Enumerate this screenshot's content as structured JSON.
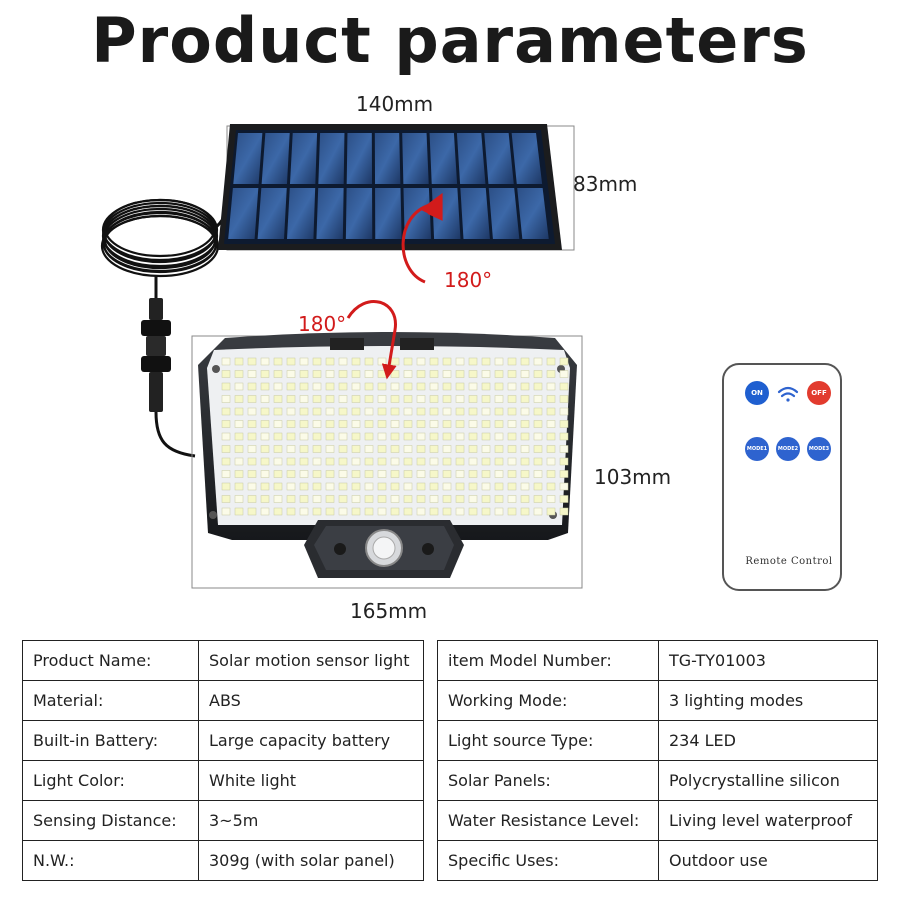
{
  "title": "Product parameters",
  "dimensions": {
    "panel_width": "140mm",
    "panel_height": "83mm",
    "lamp_height": "103mm",
    "lamp_width": "165mm"
  },
  "rotation": {
    "panel": "180°",
    "lamp": "180°"
  },
  "remote": {
    "on_label": "ON",
    "off_label": "OFF",
    "mode1_label": "MODE1",
    "mode2_label": "MODE2",
    "mode3_label": "MODE3",
    "caption": "Remote Control",
    "on_color": "#1f5fd0",
    "off_color": "#e23b2e",
    "mode_color": "#2e63cf"
  },
  "specs_left": [
    {
      "key": "Product Name:",
      "value": "Solar motion sensor light"
    },
    {
      "key": "Material:",
      "value": "ABS"
    },
    {
      "key": "Built-in Battery:",
      "value": "Large capacity battery"
    },
    {
      "key": "Light Color:",
      "value": "White light"
    },
    {
      "key": "Sensing Distance:",
      "value": "3~5m"
    },
    {
      "key": "N.W.:",
      "value": "309g (with solar panel)"
    }
  ],
  "specs_right": [
    {
      "key": "item Model Number:",
      "value": "TG-TY01003"
    },
    {
      "key": "Working Mode:",
      "value": "3 lighting modes"
    },
    {
      "key": "Light source Type:",
      "value": "234 LED"
    },
    {
      "key": "Solar Panels:",
      "value": "Polycrystalline silicon"
    },
    {
      "key": "Water Resistance Level:",
      "value": "Living level waterproof"
    },
    {
      "key": "Specific Uses:",
      "value": "Outdoor use"
    }
  ]
}
